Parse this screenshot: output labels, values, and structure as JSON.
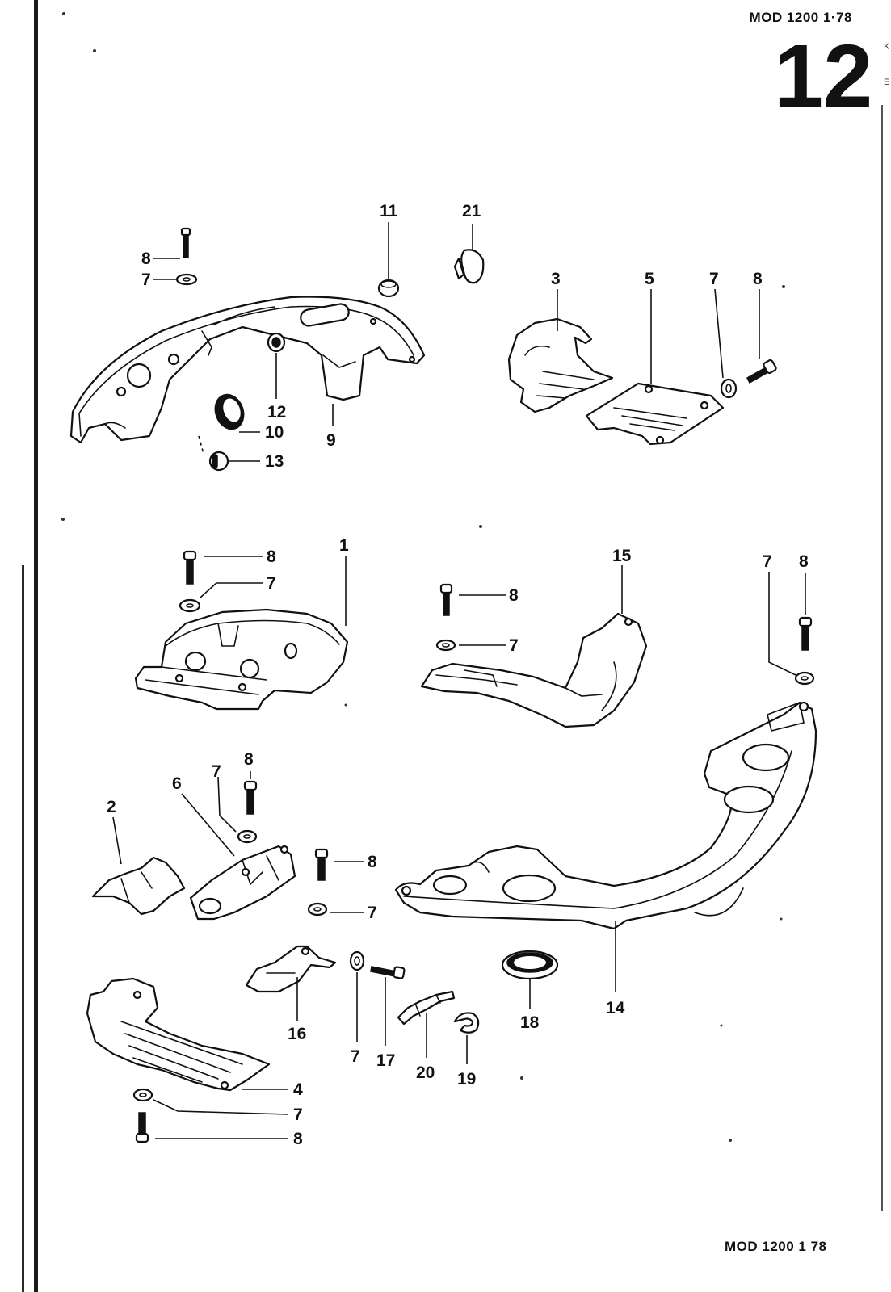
{
  "header": {
    "model_code": "MOD 1200  1·78",
    "page_number": "12"
  },
  "footer": {
    "model_code": "MOD 1200  1 78"
  },
  "edge_marks": [
    "K",
    "E"
  ],
  "callouts": {
    "c8a": "8",
    "c7a": "7",
    "c11": "11",
    "c21": "21",
    "c12": "12",
    "c10": "10",
    "c13": "13",
    "c9": "9",
    "c3": "3",
    "c5": "5",
    "c7b": "7",
    "c8b": "8",
    "c8c": "8",
    "c7c": "7",
    "c1": "1",
    "c8d": "8",
    "c7d": "7",
    "c15": "15",
    "c7e": "7",
    "c8e": "8",
    "c8f": "8",
    "c7f": "7",
    "c2": "2",
    "c6": "6",
    "c8g": "8",
    "c7g": "7",
    "c14": "14",
    "c18": "18",
    "c16": "16",
    "c7h": "7",
    "c17": "17",
    "c20": "20",
    "c19": "19",
    "c4": "4",
    "c7i": "7",
    "c8i": "8"
  }
}
